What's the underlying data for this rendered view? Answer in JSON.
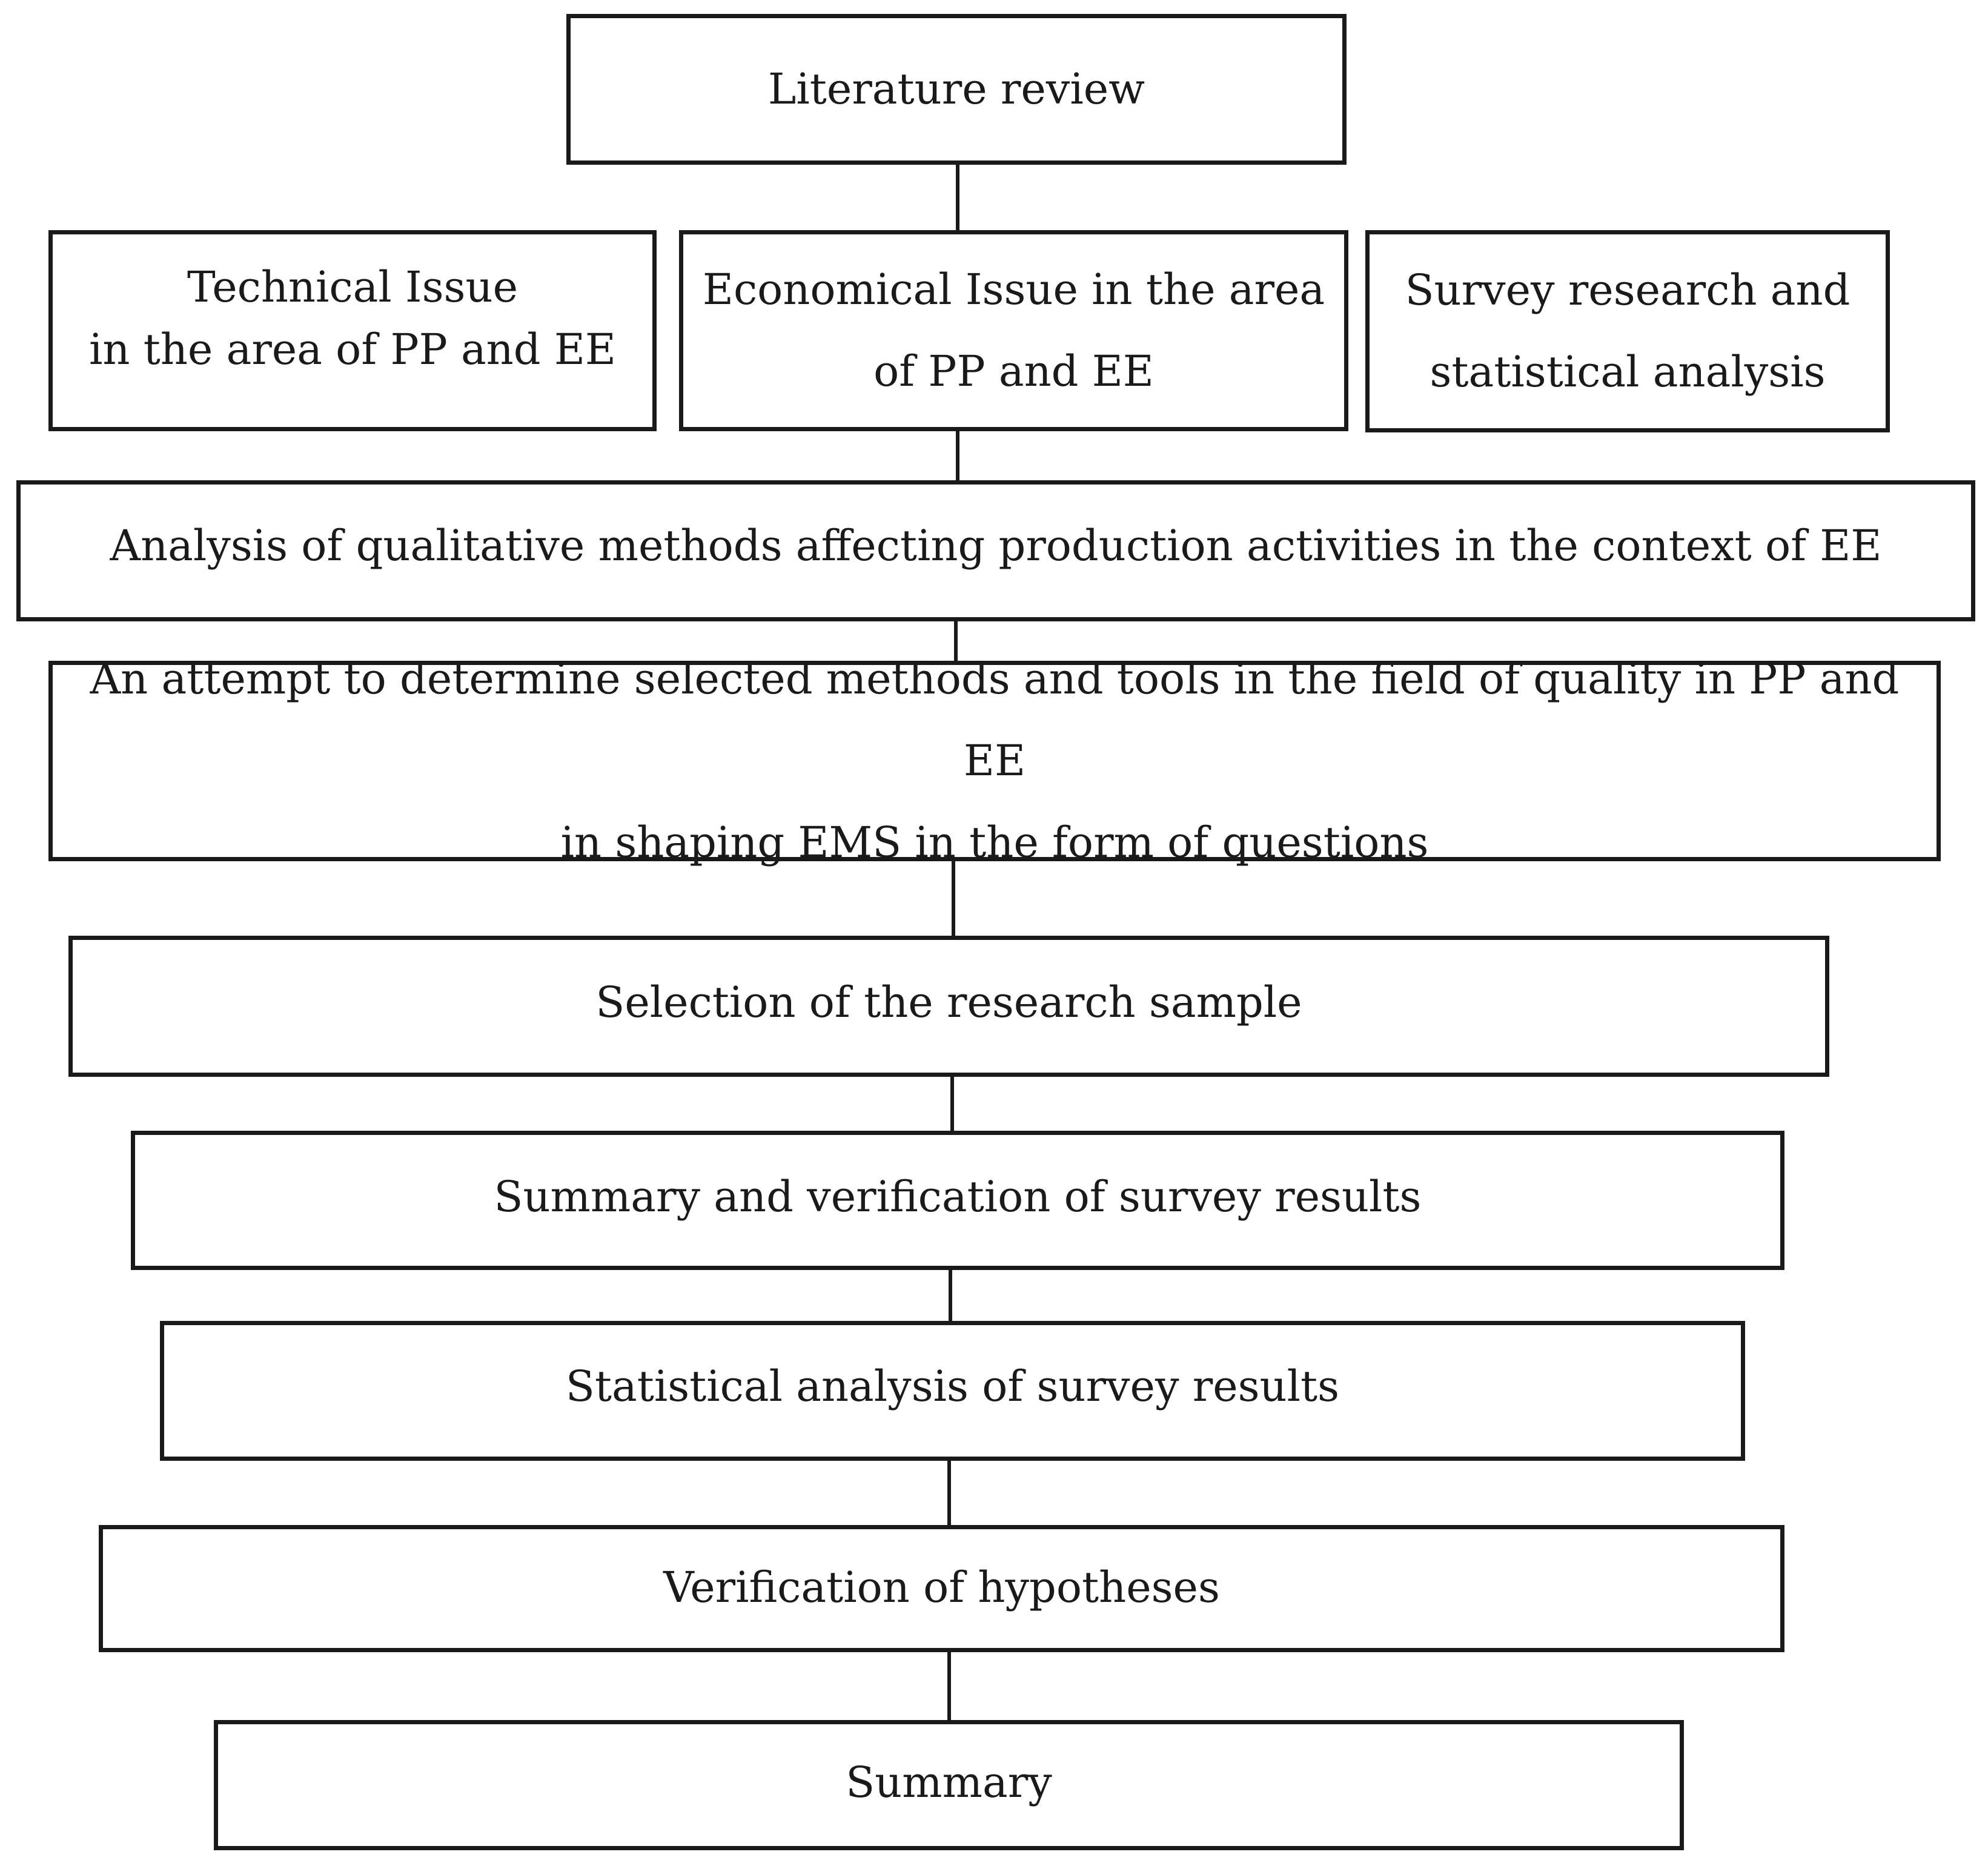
{
  "nodes": {
    "literature_review": {
      "lines": [
        "Literature review"
      ]
    },
    "technical_issue": {
      "lines": [
        "Technical Issue",
        "in the area of PP and EE"
      ]
    },
    "economical_issue": {
      "lines": [
        "Economical Issue in the area",
        "of PP and EE"
      ]
    },
    "survey_research": {
      "lines": [
        "Survey research and",
        "statistical analysis"
      ]
    },
    "analysis_qualitative": {
      "lines": [
        "Analysis of qualitative methods affecting production activities in the context of EE"
      ]
    },
    "attempt_determine": {
      "lines": [
        "An attempt to determine selected methods and tools in the field of quality in PP and EE",
        "in shaping EMS in the form of questions"
      ]
    },
    "selection_sample": {
      "lines": [
        "Selection of the research sample"
      ]
    },
    "summary_verification": {
      "lines": [
        "Summary and verification of survey results"
      ]
    },
    "statistical_analysis": {
      "lines": [
        "Statistical analysis of survey results"
      ]
    },
    "verification_hypotheses": {
      "lines": [
        "Verification of hypotheses"
      ]
    },
    "summary": {
      "lines": [
        "Summary"
      ]
    }
  },
  "edges": [
    {
      "from": "literature_review",
      "to": "economical_issue"
    },
    {
      "from": "economical_issue",
      "to": "analysis_qualitative"
    },
    {
      "from": "analysis_qualitative",
      "to": "attempt_determine"
    },
    {
      "from": "attempt_determine",
      "to": "selection_sample"
    },
    {
      "from": "selection_sample",
      "to": "summary_verification"
    },
    {
      "from": "summary_verification",
      "to": "statistical_analysis"
    },
    {
      "from": "statistical_analysis",
      "to": "verification_hypotheses"
    },
    {
      "from": "verification_hypotheses",
      "to": "summary"
    }
  ]
}
